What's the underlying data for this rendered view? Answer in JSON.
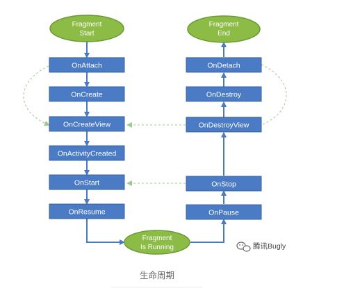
{
  "diagram": {
    "start": {
      "line1": "Fragment",
      "line2": "Start"
    },
    "end": {
      "line1": "Fragment",
      "line2": "End"
    },
    "running": {
      "line1": "Fragment",
      "line2": "Is Running"
    },
    "left_steps": [
      "OnAttach",
      "OnCreate",
      "OnCreateView",
      "OnActivityCreated",
      "OnStart",
      "OnResume"
    ],
    "right_steps": [
      "OnDetach",
      "OnDestroy",
      "OnDestroyView",
      "OnStop",
      "OnPause"
    ]
  },
  "watermark": {
    "text": "腾讯Bugly",
    "icon": "wechat-icon"
  },
  "caption": "生命周期",
  "colors": {
    "box": "#4a7bc4",
    "box_border": "#34609e",
    "oval": "#8cbb46",
    "oval_border": "#6a9a34",
    "arrow": "#4a79c0",
    "dashed": "#9cca8c"
  }
}
